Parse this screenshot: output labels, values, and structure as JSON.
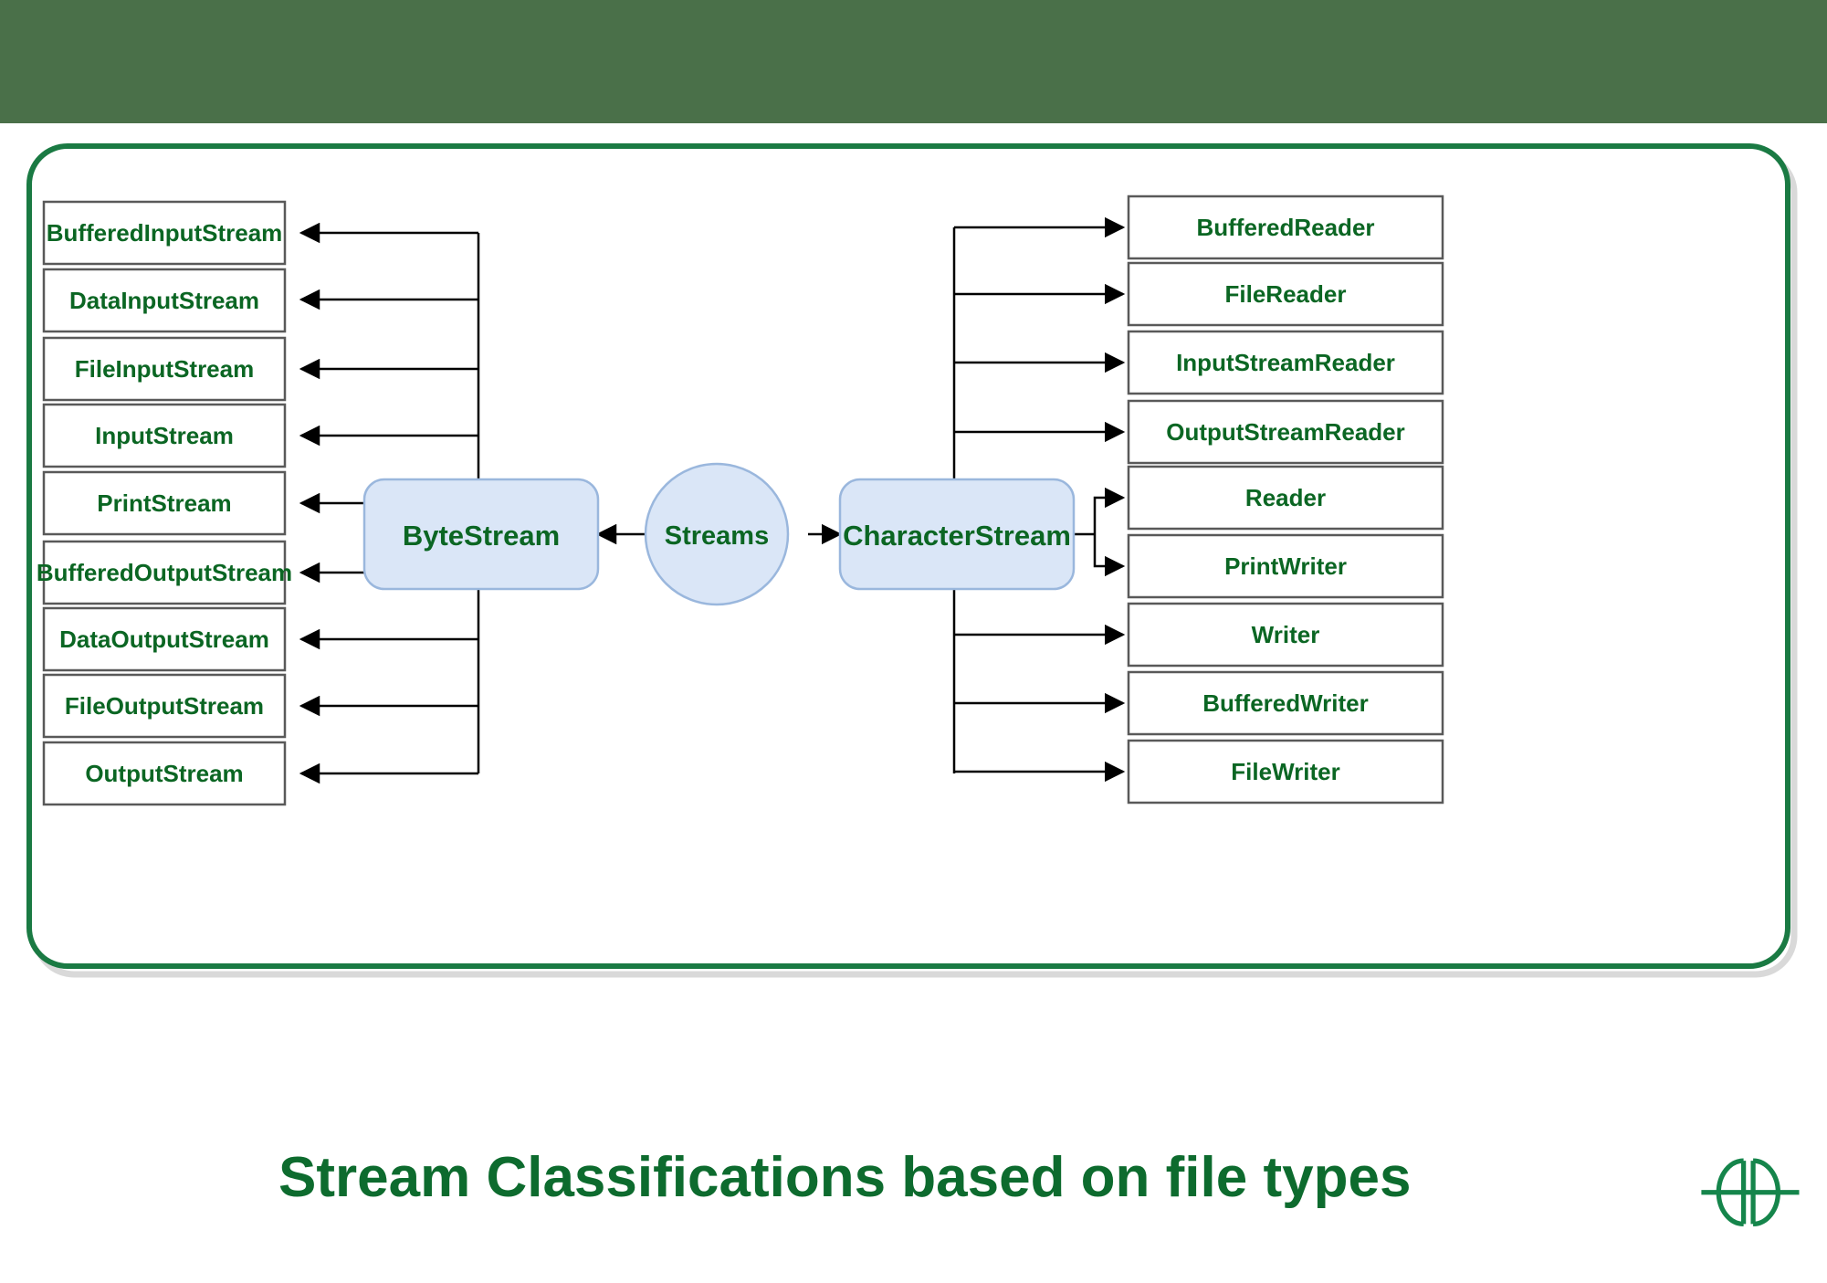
{
  "banner": {
    "color": "#4a7049"
  },
  "card": {
    "border_color": "#1a7a43",
    "shadow_color": "#d9d9d9",
    "background": "#ffffff"
  },
  "diagram": {
    "type": "hierarchy",
    "title": "Stream Classifications based on file types",
    "root": {
      "id": "streams",
      "label": "Streams",
      "shape": "ellipse",
      "fill": "#dae6f7",
      "stroke": "#9ab7dd"
    },
    "hubs": [
      {
        "id": "byte-stream",
        "label": "ByteStream",
        "shape": "rounded-rect",
        "fill": "#dae6f7",
        "stroke": "#9ab7dd",
        "side": "left"
      },
      {
        "id": "character-stream",
        "label": "CharacterStream",
        "shape": "rounded-rect",
        "fill": "#dae6f7",
        "stroke": "#9ab7dd",
        "side": "right"
      }
    ],
    "leaf_fill": "#ffffff",
    "leaf_stroke": "#595959",
    "leaf_text_color": "#0b6623",
    "connector_color": "#000000",
    "byte_stream_children": [
      "BufferedInputStream",
      "DataInputStream",
      "FileInputStream",
      "InputStream",
      "PrintStream",
      "BufferedOutputStream",
      "DataOutputStream",
      "FileOutputStream",
      "OutputStream"
    ],
    "character_stream_children": [
      "BufferedReader",
      "FileReader",
      "InputStreamReader",
      "OutputStreamReader",
      "Reader",
      "PrintWriter",
      "Writer",
      "BufferedWriter",
      "FileWriter"
    ]
  },
  "logo": {
    "name": "geeksforgeeks-logo",
    "color": "#15854b"
  }
}
